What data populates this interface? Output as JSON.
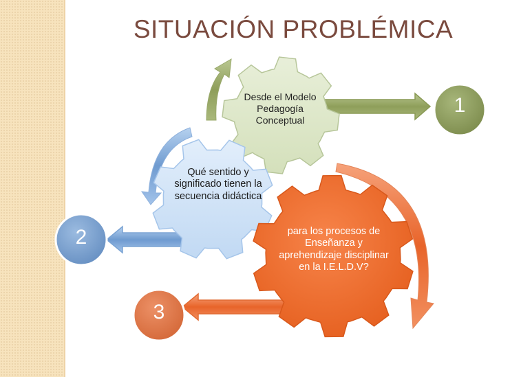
{
  "title": "SITUACIÓN PROBLÉMICA",
  "gears": [
    {
      "text": "Desde el Modelo Pedagogía Conceptual",
      "color": "#dde7c8",
      "stroke": "#b8c79b"
    },
    {
      "text": "Qué sentido y significado tienen la secuencia didáctica",
      "color": "#cfe2f7",
      "stroke": "#a9c8ea"
    },
    {
      "text": "para los procesos de Enseñanza y aprehendizaje disciplinar en  la I.E.L.D.V?",
      "color": "#ef6e2b",
      "stroke": "#d7571a"
    }
  ],
  "circles": [
    {
      "label": "1",
      "color": "#8d9c5b"
    },
    {
      "label": "2",
      "color": "#7aa1cf"
    },
    {
      "label": "3",
      "color": "#df7848"
    }
  ]
}
